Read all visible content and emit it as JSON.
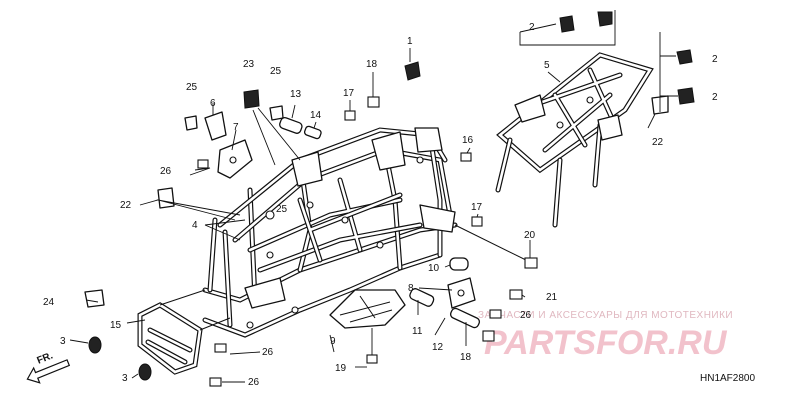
{
  "diagram": {
    "code": "HN1AF2800",
    "direction_label": "FR.",
    "watermark": {
      "tagline": "ЗАПЧАСТИ И АКСЕССУАРЫ ДЛЯ МОТОТЕХНИКИ",
      "brand": "PARTSFOR.RU"
    },
    "callouts": [
      {
        "id": "c1",
        "text": "1"
      },
      {
        "id": "c2a",
        "text": "2"
      },
      {
        "id": "c2b",
        "text": "2"
      },
      {
        "id": "c2c",
        "text": "2"
      },
      {
        "id": "c3a",
        "text": "3"
      },
      {
        "id": "c3b",
        "text": "3"
      },
      {
        "id": "c4",
        "text": "4"
      },
      {
        "id": "c5",
        "text": "5"
      },
      {
        "id": "c6",
        "text": "6"
      },
      {
        "id": "c7",
        "text": "7"
      },
      {
        "id": "c8",
        "text": "8"
      },
      {
        "id": "c9",
        "text": "9"
      },
      {
        "id": "c10",
        "text": "10"
      },
      {
        "id": "c11",
        "text": "11"
      },
      {
        "id": "c12",
        "text": "12"
      },
      {
        "id": "c13",
        "text": "13"
      },
      {
        "id": "c14",
        "text": "14"
      },
      {
        "id": "c15",
        "text": "15"
      },
      {
        "id": "c16",
        "text": "16"
      },
      {
        "id": "c17a",
        "text": "17"
      },
      {
        "id": "c17b",
        "text": "17"
      },
      {
        "id": "c18a",
        "text": "18"
      },
      {
        "id": "c18b",
        "text": "18"
      },
      {
        "id": "c19",
        "text": "19"
      },
      {
        "id": "c20",
        "text": "20"
      },
      {
        "id": "c21",
        "text": "21"
      },
      {
        "id": "c22a",
        "text": "22"
      },
      {
        "id": "c22b",
        "text": "22"
      },
      {
        "id": "c23",
        "text": "23"
      },
      {
        "id": "c24",
        "text": "24"
      },
      {
        "id": "c25a",
        "text": "25"
      },
      {
        "id": "c25b",
        "text": "25"
      },
      {
        "id": "c25c",
        "text": "25"
      },
      {
        "id": "c26a",
        "text": "26"
      },
      {
        "id": "c26b",
        "text": "26"
      },
      {
        "id": "c26c",
        "text": "26"
      },
      {
        "id": "c26d",
        "text": "26"
      }
    ]
  }
}
